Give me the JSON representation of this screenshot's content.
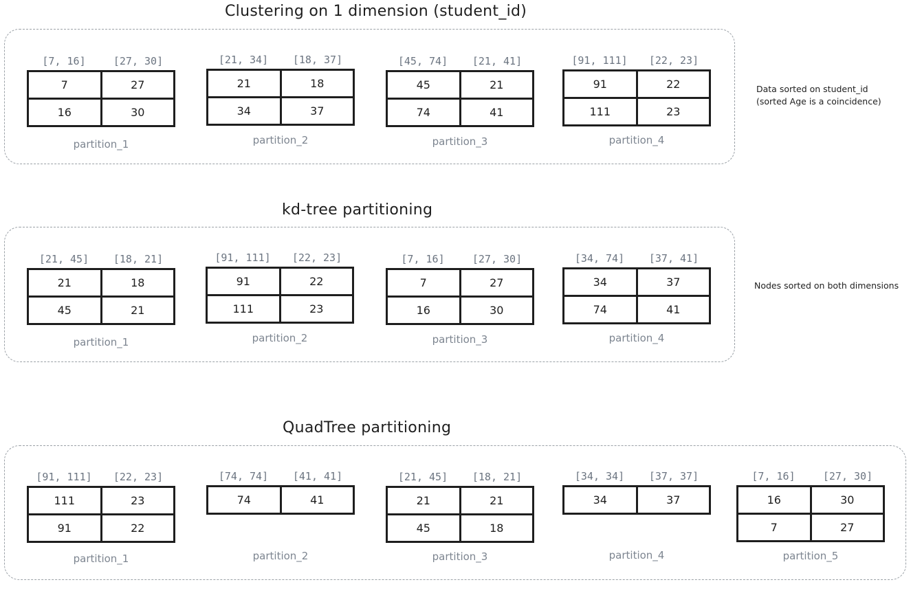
{
  "sections": [
    {
      "title": "Clustering on 1 dimension (student_id)",
      "note": [
        "Data sorted on student_id",
        "(sorted Age is a coincidence)"
      ],
      "partitions": [
        {
          "label": "partition_1",
          "ranges": [
            "[7, 16]",
            "[27, 30]"
          ],
          "rows": [
            [
              "7",
              "27"
            ],
            [
              "16",
              "30"
            ]
          ]
        },
        {
          "label": "partition_2",
          "ranges": [
            "[21, 34]",
            "[18, 37]"
          ],
          "rows": [
            [
              "21",
              "18"
            ],
            [
              "34",
              "37"
            ]
          ]
        },
        {
          "label": "partition_3",
          "ranges": [
            "[45, 74]",
            "[21, 41]"
          ],
          "rows": [
            [
              "45",
              "21"
            ],
            [
              "74",
              "41"
            ]
          ]
        },
        {
          "label": "partition_4",
          "ranges": [
            "[91, 111]",
            "[22, 23]"
          ],
          "rows": [
            [
              "91",
              "22"
            ],
            [
              "111",
              "23"
            ]
          ]
        }
      ]
    },
    {
      "title": "kd-tree partitioning",
      "note": [
        "Nodes sorted on both dimensions"
      ],
      "partitions": [
        {
          "label": "partition_1",
          "ranges": [
            "[21, 45]",
            "[18, 21]"
          ],
          "rows": [
            [
              "21",
              "18"
            ],
            [
              "45",
              "21"
            ]
          ]
        },
        {
          "label": "partition_2",
          "ranges": [
            "[91, 111]",
            "[22, 23]"
          ],
          "rows": [
            [
              "91",
              "22"
            ],
            [
              "111",
              "23"
            ]
          ]
        },
        {
          "label": "partition_3",
          "ranges": [
            "[7, 16]",
            "[27, 30]"
          ],
          "rows": [
            [
              "7",
              "27"
            ],
            [
              "16",
              "30"
            ]
          ]
        },
        {
          "label": "partition_4",
          "ranges": [
            "[34, 74]",
            "[37, 41]"
          ],
          "rows": [
            [
              "34",
              "37"
            ],
            [
              "74",
              "41"
            ]
          ]
        }
      ]
    },
    {
      "title": "QuadTree partitioning",
      "note": [],
      "partitions": [
        {
          "label": "partition_1",
          "ranges": [
            "[91, 111]",
            "[22, 23]"
          ],
          "rows": [
            [
              "111",
              "23"
            ],
            [
              "91",
              "22"
            ]
          ]
        },
        {
          "label": "partition_2",
          "ranges": [
            "[74, 74]",
            "[41, 41]"
          ],
          "rows": [
            [
              "74",
              "41"
            ]
          ]
        },
        {
          "label": "partition_3",
          "ranges": [
            "[21, 45]",
            "[18, 21]"
          ],
          "rows": [
            [
              "21",
              "21"
            ],
            [
              "45",
              "18"
            ]
          ]
        },
        {
          "label": "partition_4",
          "ranges": [
            "[34, 34]",
            "[37, 37]"
          ],
          "rows": [
            [
              "34",
              "37"
            ]
          ]
        },
        {
          "label": "partition_5",
          "ranges": [
            "[7, 16]",
            "[27, 30]"
          ],
          "rows": [
            [
              "16",
              "30"
            ],
            [
              "7",
              "27"
            ]
          ]
        }
      ]
    }
  ]
}
